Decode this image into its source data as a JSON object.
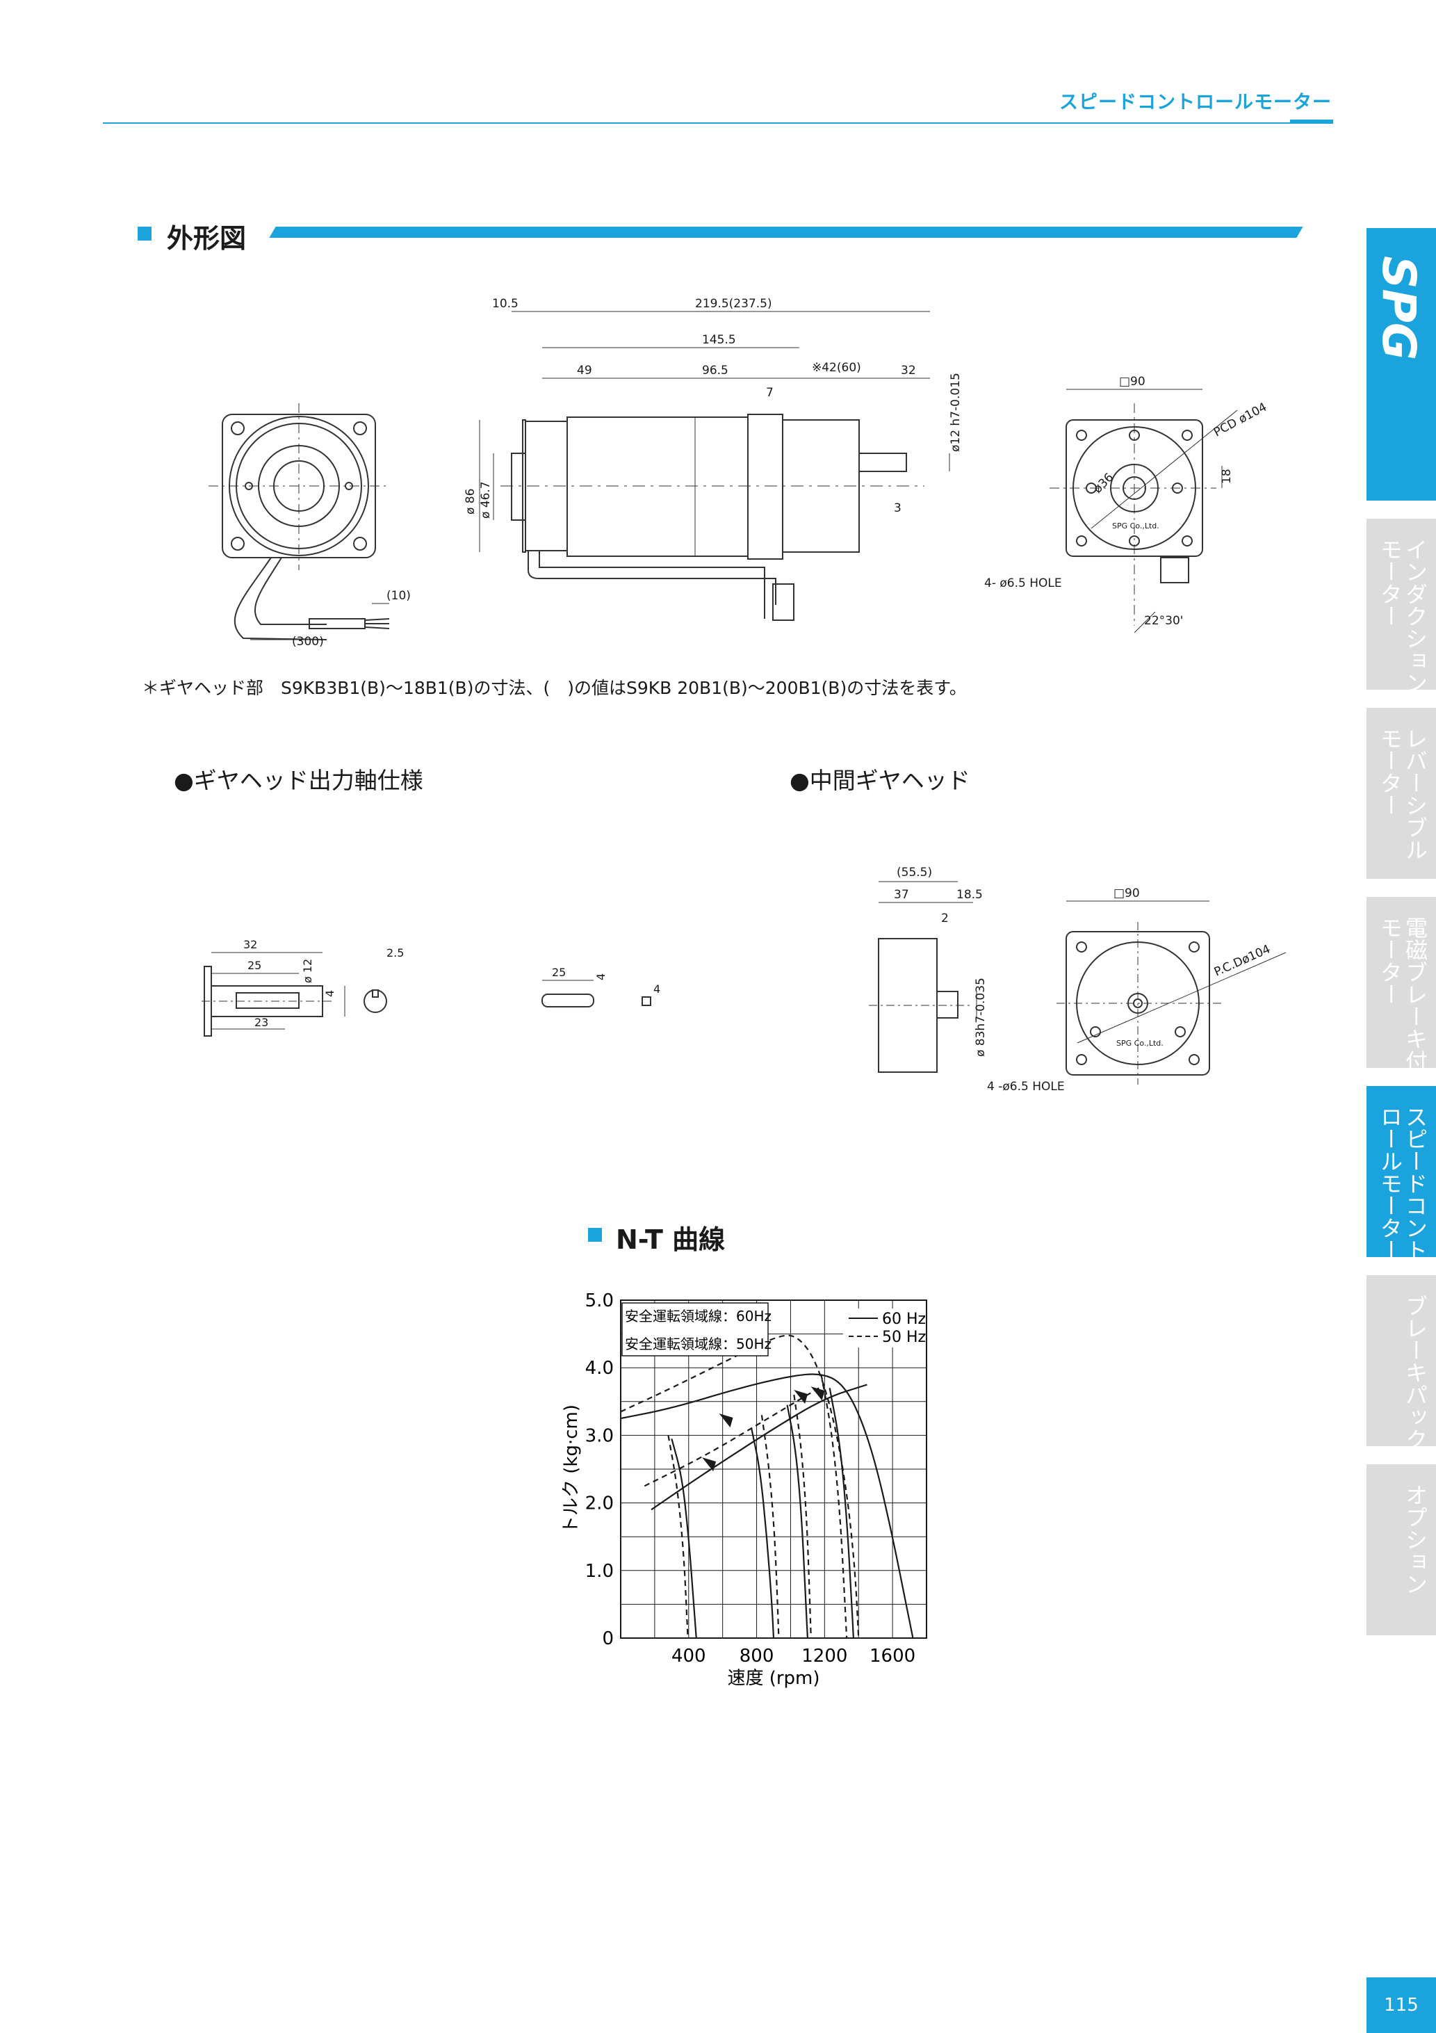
{
  "header": {
    "title": "スピードコントロールモーター"
  },
  "sections": {
    "outline": {
      "title": "外形図"
    },
    "nt": {
      "title": "N-T 曲線"
    }
  },
  "note": "＊ギヤヘッド部　S9KB3B1(B)～18B1(B)の寸法、(　)の値はS9KB 20B1(B)～200B1(B)の寸法を表す。",
  "subsections": {
    "shaft": "●ギヤヘッド出力軸仕様",
    "intermediate": "●中間ギヤヘッド"
  },
  "drawings": {
    "dims_main": {
      "d_10_5": "10.5",
      "d_219": "219.5(237.5)",
      "d_145": "145.5",
      "d_49": "49",
      "d_96": "96.5",
      "d_42": "※42(60)",
      "d_32": "32",
      "d_7": "7",
      "d_3": "3",
      "d_86": "ø 86",
      "d_46": "ø 46.7",
      "d_12h7": "ø12 h7-0.015",
      "d_10": "(10)",
      "d_300": "(300)"
    },
    "dims_side": {
      "sq90": "□90",
      "pcd": "PCD ø104",
      "d36": "ø36",
      "d18": "18",
      "hole": "4- ø6.5 HOLE",
      "angle": "22°30'",
      "maker": "SPG Co.,Ltd."
    },
    "dims_shaft": {
      "d32": "32",
      "d25": "25",
      "d23": "23",
      "d12": "ø 12",
      "d4": "4",
      "d25tol": "2.5",
      "key25": "25",
      "key4a": "4",
      "key4b": "4"
    },
    "dims_inter": {
      "d55": "(55.5)",
      "d37": "37",
      "d18": "18.5",
      "d2": "2",
      "d83": "ø 83h7-0.035",
      "sq90": "□90",
      "pcd": "P.C.Dø104",
      "hole": "4 -ø6.5 HOLE",
      "maker": "SPG Co.,Ltd."
    }
  },
  "chart_data": {
    "type": "line",
    "title": "",
    "xlabel": "速度 (rpm)",
    "ylabel": "トルク (kg·cm)",
    "xlim": [
      0,
      1800
    ],
    "ylim": [
      0,
      5.0
    ],
    "xticks": [
      "400",
      "800",
      "1200",
      "1600"
    ],
    "yticks": [
      "0",
      "1.0",
      "2.0",
      "3.0",
      "4.0",
      "5.0"
    ],
    "grid": true,
    "legend_placement": "top-right",
    "legend": [
      "60 Hz",
      "50 Hz"
    ],
    "annotations": [
      "安全運転領域線：60Hz",
      "安全運転領域線：50Hz"
    ],
    "series": [
      {
        "name": "60 Hz",
        "style": "solid",
        "role": "torque-max",
        "points": [
          [
            0,
            3.25
          ],
          [
            300,
            3.4
          ],
          [
            700,
            3.7
          ],
          [
            1000,
            3.88
          ],
          [
            1180,
            3.92
          ],
          [
            1300,
            3.78
          ],
          [
            1400,
            3.35
          ],
          [
            1500,
            2.6
          ],
          [
            1600,
            1.5
          ],
          [
            1680,
            0.5
          ],
          [
            1720,
            0
          ]
        ]
      },
      {
        "name": "50 Hz",
        "style": "dashed",
        "role": "torque-max",
        "points": [
          [
            0,
            3.35
          ],
          [
            300,
            3.7
          ],
          [
            700,
            4.2
          ],
          [
            950,
            4.5
          ],
          [
            1050,
            4.45
          ],
          [
            1150,
            4.1
          ],
          [
            1250,
            3.3
          ],
          [
            1330,
            2.2
          ],
          [
            1380,
            1.0
          ],
          [
            1400,
            0
          ]
        ]
      },
      {
        "name": "60 Hz",
        "style": "solid",
        "role": "safe-line",
        "points": [
          [
            180,
            1.9
          ],
          [
            500,
            2.45
          ],
          [
            900,
            3.1
          ],
          [
            1200,
            3.55
          ],
          [
            1450,
            3.75
          ]
        ]
      },
      {
        "name": "50 Hz",
        "style": "dashed",
        "role": "safe-line",
        "points": [
          [
            140,
            2.25
          ],
          [
            500,
            2.7
          ],
          [
            900,
            3.3
          ],
          [
            1200,
            3.75
          ]
        ]
      },
      {
        "name": "60 Hz",
        "style": "solid",
        "role": "speed-curve",
        "points": [
          [
            300,
            2.95
          ],
          [
            360,
            2.4
          ],
          [
            400,
            1.5
          ],
          [
            430,
            0.5
          ],
          [
            445,
            0
          ]
        ]
      },
      {
        "name": "60 Hz",
        "style": "solid",
        "role": "speed-curve",
        "points": [
          [
            770,
            3.1
          ],
          [
            820,
            2.5
          ],
          [
            860,
            1.5
          ],
          [
            890,
            0.5
          ],
          [
            900,
            0
          ]
        ]
      },
      {
        "name": "60 Hz",
        "style": "solid",
        "role": "speed-curve",
        "points": [
          [
            980,
            3.45
          ],
          [
            1030,
            2.8
          ],
          [
            1065,
            1.8
          ],
          [
            1090,
            0.5
          ],
          [
            1100,
            0
          ]
        ]
      },
      {
        "name": "60 Hz",
        "style": "solid",
        "role": "speed-curve",
        "points": [
          [
            1230,
            3.7
          ],
          [
            1290,
            2.9
          ],
          [
            1330,
            1.8
          ],
          [
            1360,
            0.5
          ],
          [
            1370,
            0
          ]
        ]
      },
      {
        "name": "50 Hz",
        "style": "dashed",
        "role": "speed-curve",
        "points": [
          [
            280,
            3.0
          ],
          [
            330,
            2.3
          ],
          [
            370,
            1.3
          ],
          [
            390,
            0.3
          ],
          [
            395,
            0
          ]
        ]
      },
      {
        "name": "50 Hz",
        "style": "dashed",
        "role": "speed-curve",
        "points": [
          [
            830,
            3.3
          ],
          [
            870,
            2.6
          ],
          [
            905,
            1.6
          ],
          [
            925,
            0.4
          ],
          [
            930,
            0
          ]
        ]
      },
      {
        "name": "50 Hz",
        "style": "dashed",
        "role": "speed-curve",
        "points": [
          [
            1020,
            3.6
          ],
          [
            1060,
            2.9
          ],
          [
            1095,
            1.8
          ],
          [
            1115,
            0.4
          ],
          [
            1120,
            0
          ]
        ]
      },
      {
        "name": "50 Hz",
        "style": "dashed",
        "role": "speed-curve",
        "points": [
          [
            1180,
            3.9
          ],
          [
            1240,
            3.1
          ],
          [
            1290,
            1.9
          ],
          [
            1320,
            0.5
          ],
          [
            1330,
            0
          ]
        ]
      }
    ]
  },
  "sidebar": {
    "brand": "SPG",
    "tabs": [
      {
        "label": "インダクション\nモーター"
      },
      {
        "label": "レバーシブル\nモーター"
      },
      {
        "label": "電磁ブレーキ付\nモーター"
      },
      {
        "label": "スピードコント\nロールモーター"
      },
      {
        "label": "ブレーキパック"
      },
      {
        "label": "オプション"
      }
    ]
  },
  "page_number": "115"
}
